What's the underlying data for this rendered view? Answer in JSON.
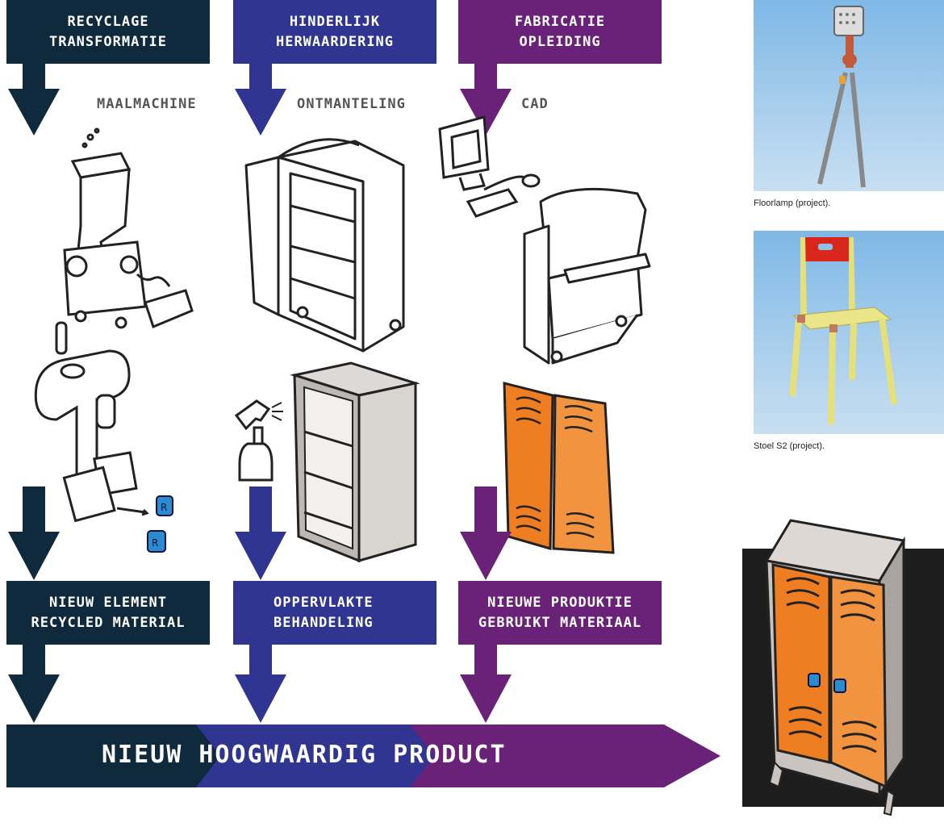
{
  "colors": {
    "navy": "#0f2a3d",
    "blue": "#2f3591",
    "purple": "#6a2279",
    "orange": "#ef7d22"
  },
  "columns": [
    {
      "top_line1": "RECYCLAGE",
      "top_line2": "TRANSFORMATIE",
      "label": "MAALMACHINE",
      "bottom_line1": "NIEUW ELEMENT",
      "bottom_line2": "RECYCLED MATERIAL"
    },
    {
      "top_line1": "HINDERLIJK",
      "top_line2": "HERWAARDERING",
      "label": "ONTMANTELING",
      "bottom_line1": "OPPERVLAKTE",
      "bottom_line2": "BEHANDELING"
    },
    {
      "top_line1": "FABRICATIE",
      "top_line2": "OPLEIDING",
      "label": "CAD",
      "bottom_line1": "NIEUWE PRODUKTIE",
      "bottom_line2": "GEBRUIKT MATERIAAL"
    }
  ],
  "banner": "NIEUW HOOGWAARDIG PRODUCT",
  "photos": [
    {
      "caption": "Floorlamp (project)."
    },
    {
      "caption": "Stoel S2 (project)."
    }
  ]
}
